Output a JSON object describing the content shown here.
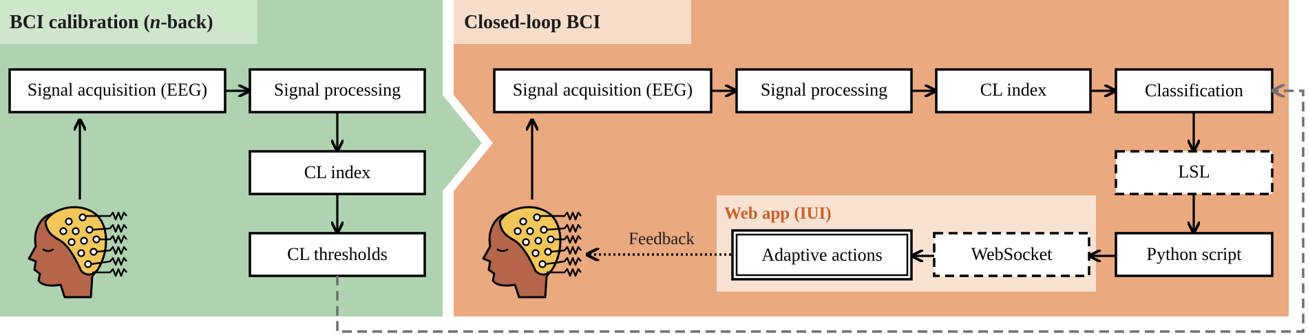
{
  "panels": {
    "calibration": {
      "title_main": "BCI calibration (",
      "title_italic": "n",
      "title_end": "-back)",
      "color": "#afd3b0",
      "title_bg": "#cfe6cc"
    },
    "closed_loop": {
      "title": "Closed-loop BCI",
      "color": "#eba97f",
      "title_bg": "#f8ddca"
    },
    "webapp": {
      "title": "Web app (IUI)",
      "title_color": "#c8622a",
      "bg": "#f9e2d2"
    }
  },
  "calibration_nodes": {
    "signal_acquisition": "Signal acquisition (EEG)",
    "signal_processing": "Signal processing",
    "cl_index": "CL index",
    "cl_thresholds": "CL thresholds"
  },
  "closed_loop_nodes": {
    "signal_acquisition": "Signal acquisition (EEG)",
    "signal_processing": "Signal processing",
    "cl_index": "CL index",
    "classification": "Classification",
    "lsl": "LSL",
    "python_script": "Python script",
    "websocket": "WebSocket",
    "adaptive_actions": "Adaptive actions"
  },
  "edges": {
    "feedback_label": "Feedback"
  },
  "icons": {
    "head_left": "eeg-head-icon",
    "head_right": "eeg-head-icon"
  },
  "colors": {
    "dashed_loop": "#6f6f6f",
    "box_stroke": "#000000",
    "head_skin": "#b5654a",
    "head_cap": "#f2c75a"
  }
}
